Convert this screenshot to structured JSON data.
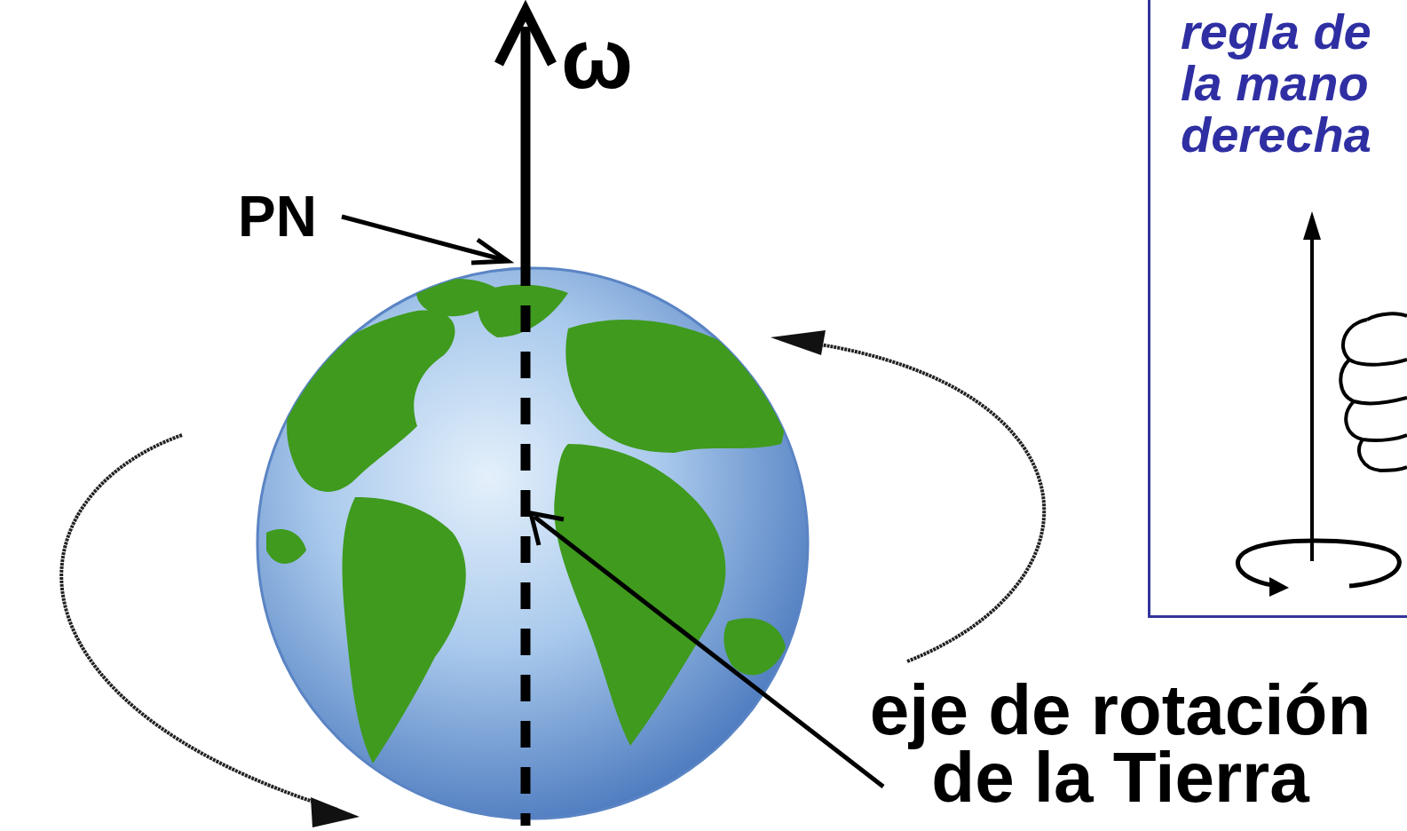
{
  "diagram": {
    "nodes": [
      {
        "text": [
          "regla de la mano derecha"
        ]
      }
    ],
    "labels": [
      "ω",
      "PN",
      "eje de rotación de la Tierra"
    ]
  }
}
